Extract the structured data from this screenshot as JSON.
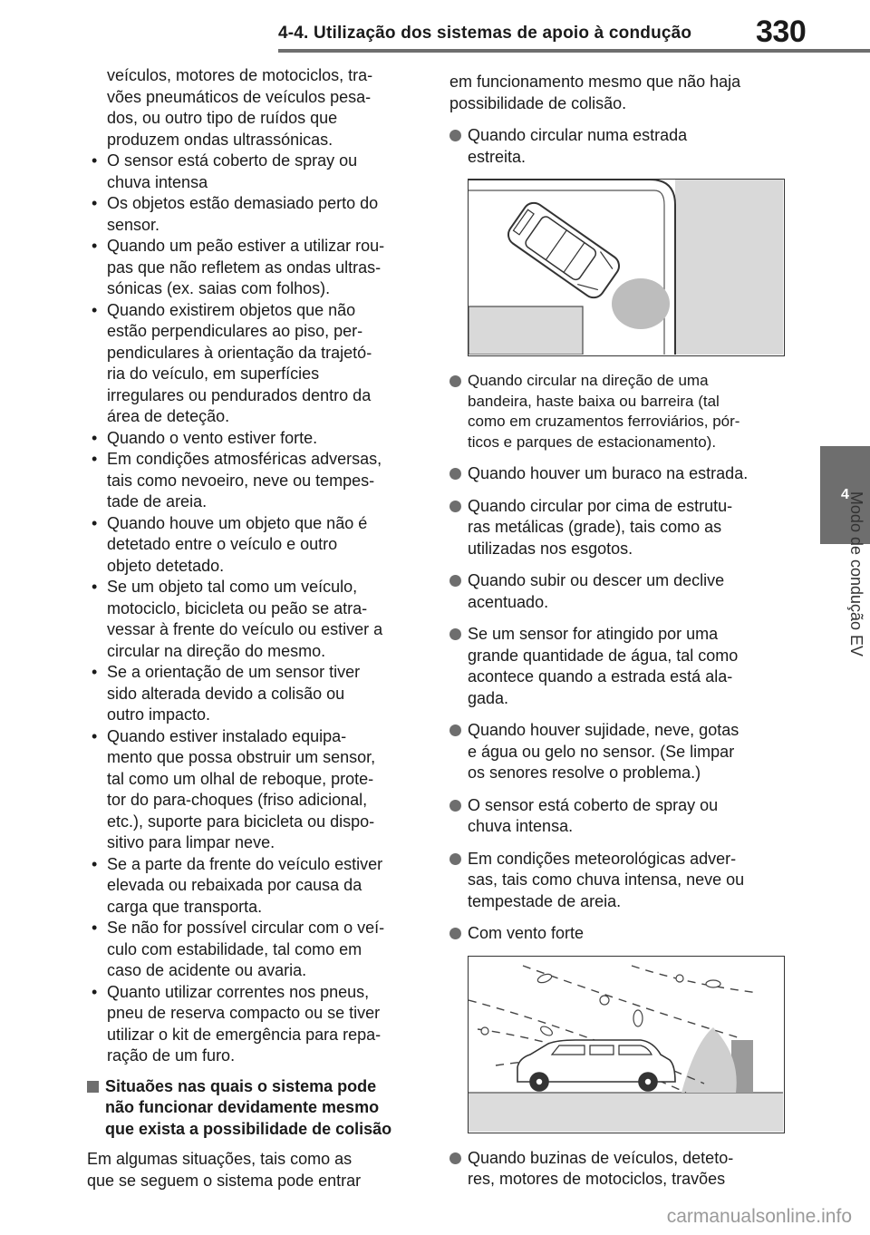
{
  "header": {
    "title": "4-4. Utilização dos sistemas de apoio à condução",
    "page_number": "330"
  },
  "side": {
    "tab_number": "4",
    "chapter_label": "Modo de condução EV"
  },
  "left_column": {
    "continuation_lines": [
      "veículos, motores de motociclos, tra-",
      "vões pneumáticos de veículos pesa-",
      "dos, ou outro tipo de ruídos que",
      "produzem ondas ultrassónicas."
    ],
    "bullets": [
      [
        "O sensor está coberto de spray ou",
        "chuva intensa"
      ],
      [
        "Os objetos estão demasiado perto do",
        "sensor."
      ],
      [
        "Quando um peão estiver a utilizar rou-",
        "pas que não refletem as ondas ultras-",
        "sónicas (ex. saias com folhos)."
      ],
      [
        "Quando existirem objetos que não",
        "estão perpendiculares ao piso, per-",
        "pendiculares à orientação da trajetó-",
        "ria do veículo, em superfícies",
        "irregulares ou pendurados dentro da",
        "área de deteção."
      ],
      [
        "Quando o vento estiver forte."
      ],
      [
        "Em condições atmosféricas adversas,",
        "tais como nevoeiro, neve ou tempes-",
        "tade de areia."
      ],
      [
        "Quando houve um objeto que não é",
        "detetado entre o veículo e outro",
        "objeto detetado."
      ],
      [
        "Se um objeto tal como um veículo,",
        "motociclo, bicicleta ou peão se atra-",
        "vessar à frente do veículo ou estiver a",
        "circular na direção do mesmo."
      ],
      [
        "Se a orientação de um sensor tiver",
        "sido alterada devido a colisão ou",
        "outro impacto."
      ],
      [
        "Quando estiver instalado equipa-",
        "mento que possa obstruir um sensor,",
        "tal como um olhal de reboque, prote-",
        "tor do para-choques (friso adicional,",
        "etc.), suporte para bicicleta ou dispo-",
        "sitivo para limpar neve."
      ],
      [
        "Se a parte da frente do veículo estiver",
        "elevada ou rebaixada por causa da",
        "carga que transporta."
      ],
      [
        "Se não for possível circular com o veí-",
        "culo com estabilidade, tal como em",
        "caso de acidente ou avaria."
      ],
      [
        "Quanto utilizar correntes nos pneus,",
        "pneu de reserva compacto ou se tiver",
        "utilizar o kit de emergência para repa-",
        "ração de um furo."
      ]
    ],
    "bullet_mark": "•",
    "section_heading": [
      "Situaões nas quais o sistema pode",
      "não funcionar devidamente mesmo",
      "que exista a possibilidade de colisão"
    ],
    "section_text": [
      "Em algumas situações, tais como as",
      "que se seguem o sistema pode entrar"
    ]
  },
  "right_column": {
    "intro_lines": [
      "em funcionamento mesmo que não haja",
      "possibilidade de colisão."
    ],
    "item_narrow_road": [
      "Quando circular numa estrada",
      "estreita."
    ],
    "items_after_figure1": [
      [
        "Quando circular na direção de uma",
        "bandeira, haste baixa ou barreira (tal",
        "como em cruzamentos ferroviários, pór-",
        "ticos e parques de estacionamento)."
      ],
      [
        "Quando houver um buraco na estrada."
      ],
      [
        "Quando circular por cima de estrutu-",
        "ras metálicas (grade), tais como as",
        "utilizadas nos esgotos."
      ],
      [
        "Quando subir ou descer um declive",
        "acentuado."
      ],
      [
        "Se um sensor for atingido por uma",
        "grande quantidade de água, tal como",
        "acontece quando a estrada está ala-",
        "gada."
      ],
      [
        "Quando houver sujidade, neve, gotas",
        "e água ou gelo no sensor. (Se limpar",
        "os senores resolve o problema.)"
      ],
      [
        "O sensor está coberto de spray ou",
        "chuva intensa."
      ],
      [
        "Em condições meteorológicas adver-",
        "sas, tais como chuva intensa, neve ou",
        "tempestade de areia."
      ],
      [
        "Com vento forte"
      ]
    ],
    "item_last": [
      "Quando buzinas de veículos, deteto-",
      "res, motores de motociclos, travões"
    ]
  },
  "watermark": "carmanualsonline.info"
}
